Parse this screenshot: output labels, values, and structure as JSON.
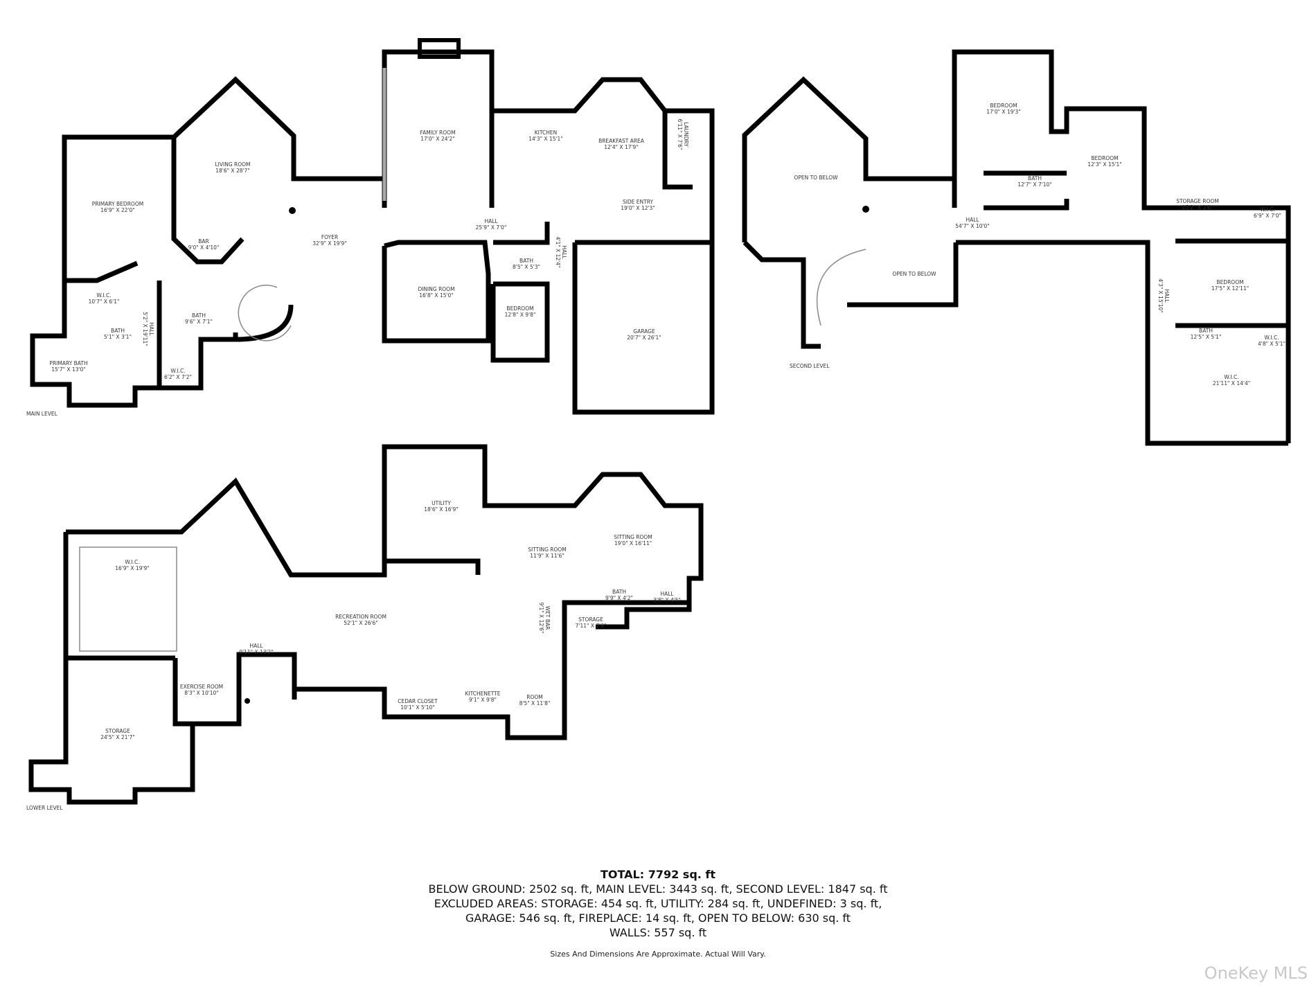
{
  "main_level": {
    "label": "MAIN LEVEL",
    "rooms": [
      {
        "name": "PRIMARY BEDROOM",
        "dims": "16'9\" X 22'0\""
      },
      {
        "name": "LIVING ROOM",
        "dims": "18'6\" X 28'7\""
      },
      {
        "name": "FAMILY ROOM",
        "dims": "17'0\" X 24'2\""
      },
      {
        "name": "KITCHEN",
        "dims": "14'3\" X 15'1\""
      },
      {
        "name": "BREAKFAST AREA",
        "dims": "12'4\" X 17'9\""
      },
      {
        "name": "LAUNDRY",
        "dims": "6'11\" X 7'6\""
      },
      {
        "name": "FOYER",
        "dims": "32'9\" X 19'9\""
      },
      {
        "name": "BAR",
        "dims": "9'0\" X 4'10\""
      },
      {
        "name": "HALL",
        "dims": "25'9\" X 7'0\""
      },
      {
        "name": "SIDE ENTRY",
        "dims": "19'0\" X 12'3\""
      },
      {
        "name": "HALL",
        "dims": "4'1\" X 12'4\""
      },
      {
        "name": "DINING ROOM",
        "dims": "16'8\" X 15'0\""
      },
      {
        "name": "BATH",
        "dims": "8'5\" X 5'3\""
      },
      {
        "name": "BEDROOM",
        "dims": "12'8\" X 9'8\""
      },
      {
        "name": "GARAGE",
        "dims": "20'7\" X 26'1\""
      },
      {
        "name": "W.I.C.",
        "dims": "10'7\" X 6'1\""
      },
      {
        "name": "HALL",
        "dims": "5'2\" X 19'11\""
      },
      {
        "name": "BATH",
        "dims": "9'6\" X 7'1\""
      },
      {
        "name": "BATH",
        "dims": "5'1\" X 3'1\""
      },
      {
        "name": "PRIMARY BATH",
        "dims": "15'7\" X 13'0\""
      },
      {
        "name": "W.I.C.",
        "dims": "6'2\" X 7'2\""
      }
    ]
  },
  "second_level": {
    "label": "SECOND LEVEL",
    "rooms": [
      {
        "name": "BEDROOM",
        "dims": "17'0\" X 19'3\""
      },
      {
        "name": "BEDROOM",
        "dims": "12'3\" X 15'1\""
      },
      {
        "name": "BATH",
        "dims": "12'7\" X 7'10\""
      },
      {
        "name": "OPEN TO BELOW",
        "dims": ""
      },
      {
        "name": "HALL",
        "dims": "54'7\" X 10'0\""
      },
      {
        "name": "STORAGE ROOM",
        "dims": "15'2\" X 3'8\""
      },
      {
        "name": "W.I.C.",
        "dims": "6'9\" X 7'0\""
      },
      {
        "name": "OPEN TO BELOW",
        "dims": ""
      },
      {
        "name": "HALL",
        "dims": "4'3\" X 15'10\""
      },
      {
        "name": "BEDROOM",
        "dims": "17'5\" X 12'11\""
      },
      {
        "name": "BATH",
        "dims": "12'5\" X 5'1\""
      },
      {
        "name": "W.I.C.",
        "dims": "4'8\" X 5'1\""
      },
      {
        "name": "W.I.C.",
        "dims": "21'11\" X 14'4\""
      }
    ]
  },
  "lower_level": {
    "label": "LOWER LEVEL",
    "rooms": [
      {
        "name": "UTILITY",
        "dims": "18'6\" X 16'9\""
      },
      {
        "name": "SITTING ROOM",
        "dims": "11'9\" X 11'6\""
      },
      {
        "name": "SITTING ROOM",
        "dims": "19'0\" X 16'11\""
      },
      {
        "name": "W.I.C.",
        "dims": "16'9\" X 19'9\""
      },
      {
        "name": "RECREATION ROOM",
        "dims": "52'1\" X 26'6\""
      },
      {
        "name": "BATH",
        "dims": "9'9\" X 4'2\""
      },
      {
        "name": "HALL",
        "dims": "3'8\" X 4'5\""
      },
      {
        "name": "STORAGE",
        "dims": "7'11\" X 7'6\""
      },
      {
        "name": "WET BAR",
        "dims": "9'1\" X 12'6\""
      },
      {
        "name": "HALL",
        "dims": "9'11\" X 13'2\""
      },
      {
        "name": "EXERCISE ROOM",
        "dims": "8'3\" X 10'10\""
      },
      {
        "name": "CEDAR CLOSET",
        "dims": "10'1\" X 5'10\""
      },
      {
        "name": "KITCHENETTE",
        "dims": "9'1\" X 9'8\""
      },
      {
        "name": "ROOM",
        "dims": "8'5\" X 11'8\""
      },
      {
        "name": "STORAGE",
        "dims": "24'5\" X 21'7\""
      }
    ]
  },
  "totals": {
    "total": "TOTAL: 7792 sq. ft",
    "line1": "BELOW GROUND: 2502 sq. ft, MAIN LEVEL: 3443 sq. ft, SECOND LEVEL: 1847 sq. ft",
    "line2": "EXCLUDED AREAS: STORAGE: 454 sq. ft, UTILITY: 284 sq. ft, UNDEFINED: 3 sq. ft,",
    "line3": "GARAGE: 546 sq. ft, FIREPLACE: 14 sq. ft, OPEN TO BELOW: 630 sq. ft",
    "line4": "WALLS: 557 sq. ft",
    "disclaimer": "Sizes And Dimensions Are Approximate. Actual Will Vary."
  },
  "watermark": "OneKey MLS"
}
